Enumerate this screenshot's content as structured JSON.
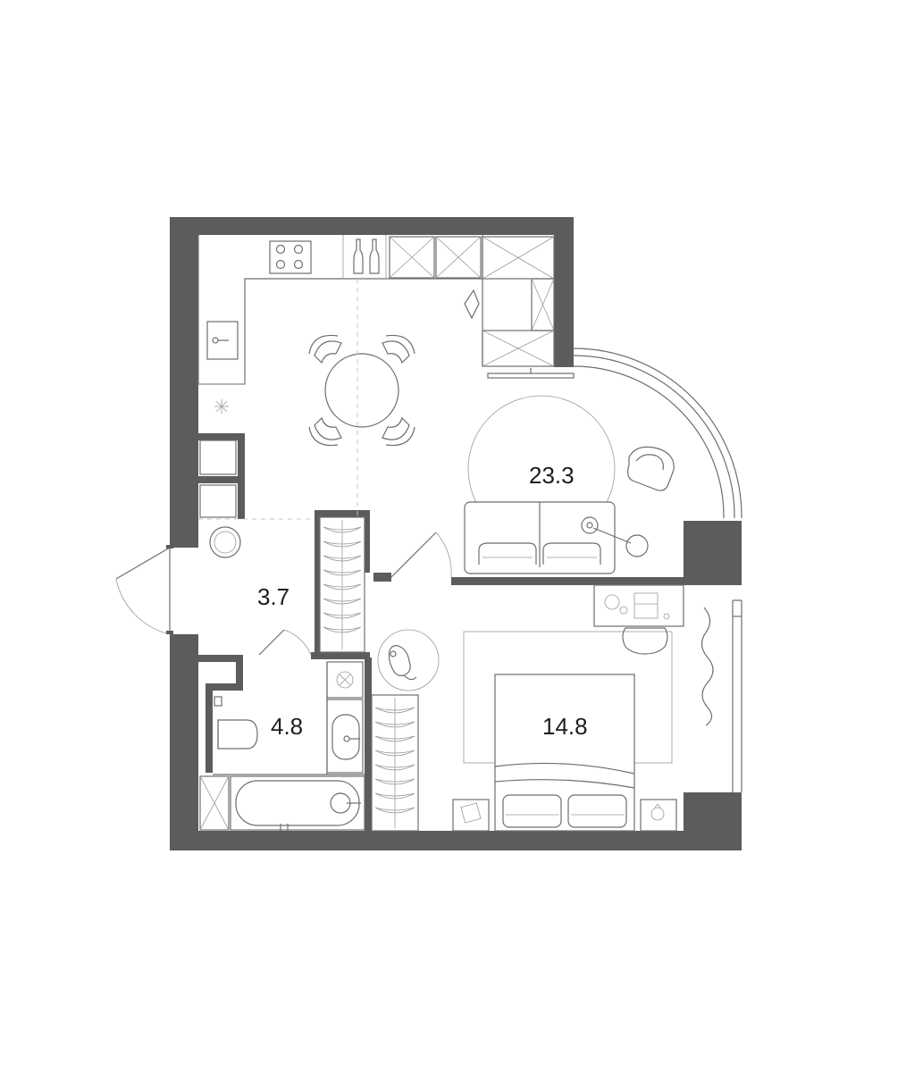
{
  "rooms": [
    {
      "id": "living-kitchen",
      "area": "23.3"
    },
    {
      "id": "hallway",
      "area": "3.7"
    },
    {
      "id": "bathroom",
      "area": "4.8"
    },
    {
      "id": "bedroom",
      "area": "14.8"
    }
  ],
  "colors": {
    "wall": "#5c5c5e",
    "line": "#6e6e6e",
    "background": "#ffffff"
  }
}
